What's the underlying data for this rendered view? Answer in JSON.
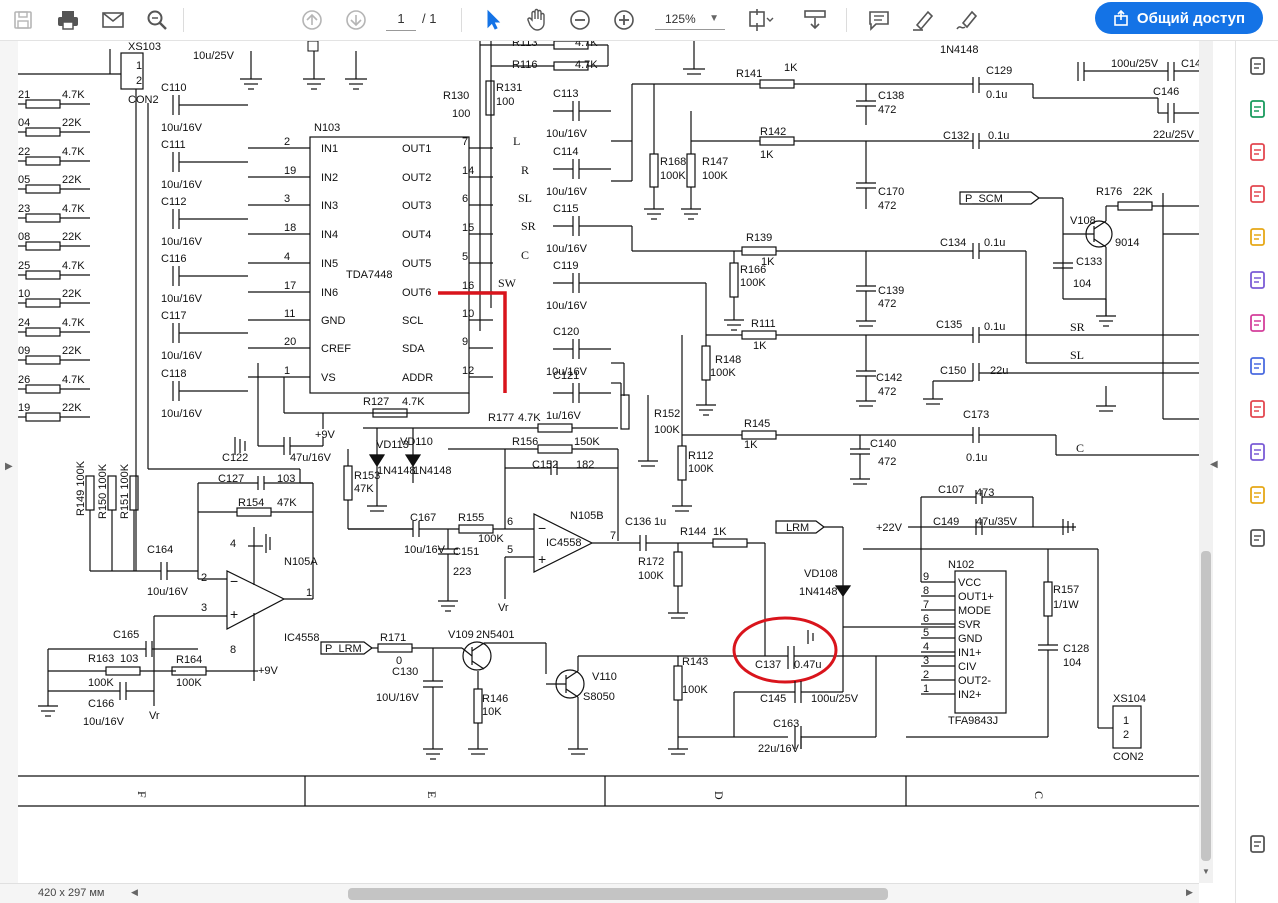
{
  "toolbar": {
    "page_current": "1",
    "page_total": "/ 1",
    "zoom": "125%",
    "share_label": "Общий доступ",
    "icons": [
      "save-icon",
      "print-icon",
      "mail-icon",
      "search-icon",
      "page-up-icon",
      "page-down-icon",
      "select-cursor-icon",
      "hand-tool-icon",
      "zoom-out-icon",
      "zoom-in-icon",
      "fit-page-icon",
      "scroll-mode-icon",
      "comment-icon",
      "highlight-pen-icon",
      "sign-icon",
      "share-icon"
    ]
  },
  "status": {
    "page_size": "420 x 297 мм"
  },
  "right_rail_icons": [
    "search-tool-icon",
    "export-pdf-icon",
    "create-pdf-icon",
    "organize-pages-icon",
    "comment-tool-icon",
    "combine-files-icon",
    "fill-sign-icon",
    "protect-icon",
    "pdf-icon",
    "edit-pen-icon",
    "send-for-comments-icon",
    "more-tools-icon",
    "expand-icon"
  ],
  "schematic": {
    "n103": {
      "ref": "N103",
      "part": "TDA7448",
      "left_pins": [
        "IN1",
        "IN2",
        "IN3",
        "IN4",
        "IN5",
        "IN6",
        "GND",
        "CREF",
        "VS"
      ],
      "left_nums": [
        "2",
        "19",
        "3",
        "18",
        "4",
        "17",
        "11",
        "20",
        "1"
      ],
      "right_pins": [
        "OUT1",
        "OUT2",
        "OUT3",
        "OUT4",
        "OUT5",
        "OUT6",
        "SCL",
        "SDA",
        "ADDR"
      ],
      "right_nums": [
        "7",
        "14",
        "6",
        "15",
        "5",
        "16",
        "10",
        "9",
        "12"
      ]
    },
    "n102": {
      "ref": "N102",
      "part": "TFA9843J",
      "pins": [
        "VCC",
        "OUT1+",
        "MODE",
        "SVR",
        "GND",
        "IN1+",
        "CIV",
        "OUT2-",
        "IN2+"
      ],
      "nums": [
        "9",
        "8",
        "7",
        "6",
        "5",
        "4",
        "3",
        "2",
        "1"
      ]
    },
    "outputs": [
      "L",
      "R",
      "SL",
      "SR",
      "C",
      "SW"
    ],
    "left_resistors": [
      "4.7K",
      "22K",
      "4.7K",
      "22K",
      "4.7K",
      "22K",
      "4.7K",
      "22K",
      "4.7K",
      "22K",
      "4.7K",
      "22K"
    ],
    "left_pins": [
      "21",
      "04",
      "22",
      "05",
      "23",
      "08",
      "25",
      "10",
      "24",
      "09",
      "26",
      "19"
    ],
    "input_caps": [
      {
        "ref": "C110",
        "val": "10u/16V"
      },
      {
        "ref": "C111",
        "val": "10u/16V"
      },
      {
        "ref": "C112",
        "val": "10u/16V"
      },
      {
        "ref": "C116",
        "val": "10u/16V"
      },
      {
        "ref": "C117",
        "val": "10u/16V"
      },
      {
        "ref": "C118",
        "val": "10u/16V"
      }
    ],
    "output_caps": [
      {
        "ref": "C113",
        "val": "10u/16V"
      },
      {
        "ref": "C114",
        "val": "10u/16V"
      },
      {
        "ref": "C115",
        "val": "10u/16V"
      },
      {
        "ref": "C119",
        "val": "10u/16V"
      },
      {
        "ref": "C120",
        "val": "10u/16V"
      },
      {
        "ref": "C121",
        "val": "1u/16V"
      }
    ],
    "labels": {
      "xs103": "XS103",
      "con2": "CON2",
      "top_cap": "10u/25V",
      "r113": "R113",
      "r113v": "4.7K",
      "r116": "R116",
      "r116v": "4.7K",
      "r130": "R130",
      "r130v": "100",
      "r131": "R131",
      "r131v": "100",
      "r141": "R141",
      "r141v": "1K",
      "c138": "C138",
      "c138v": "472",
      "c129": "C129",
      "c129v": "0.1u",
      "in4148top": "1N4148",
      "c_100u": "100u/25V",
      "c14": "C14",
      "c146": "C146",
      "c146v": "22u/25V",
      "r142": "R142",
      "r142v": "1K",
      "c132": "C132",
      "c132v": "0.1u",
      "r168": "R168",
      "r168v": "100K",
      "r147": "R147",
      "r147v": "100K",
      "c170": "C170",
      "c170v": "472",
      "pscm": "P_SCM",
      "r176": "R176",
      "r176v": "22K",
      "v108": "V108",
      "v108p": "9014",
      "c133": "C133",
      "c133v": "104",
      "r139": "R139",
      "r139v": "1K",
      "c134": "C134",
      "c134v": "0.1u",
      "r166": "R166",
      "r166v": "100K",
      "c139": "C139",
      "c139v": "472",
      "r111": "R111",
      "r111v": "1K",
      "c135": "C135",
      "c135v": "0.1u",
      "sr": "SR",
      "sl": "SL",
      "r148": "R148",
      "r148v": "100K",
      "c150": "C150",
      "c150v": "22u",
      "c142": "C142",
      "c142v": "472",
      "r152": "R152",
      "r152v": "100K",
      "r145": "R145",
      "r145v": "1K",
      "c173": "C173",
      "c173v": "0.1u",
      "c140": "C140",
      "c140v": "472",
      "c_out": "C",
      "r112": "R112",
      "r112v": "100K",
      "r127": "R127",
      "r127v": "4.7K",
      "plus9": "+9V",
      "r177": "R177",
      "r177v": "4.7K",
      "r156": "R156",
      "r156v": "150K",
      "vd113": "VD113",
      "vd110": "VD110",
      "d4148a": "1N4148",
      "d4148b": "1N4148",
      "r153": "R153",
      "r153v": "47K",
      "c152": "C152",
      "c152v": "182",
      "c122": "C122",
      "c122v": "47u/16V",
      "r149": "R149 100K",
      "r150": "R150 100K",
      "r151": "R151 100K",
      "c127": "C127",
      "c127v": "103",
      "r154": "R154",
      "r154v": "47K",
      "c167": "C167",
      "c167v": "10u/16V",
      "r155": "R155",
      "r155v": "100K",
      "c151": "C151",
      "c151v": "223",
      "n105b": "N105B",
      "ic4558b": "IC4558",
      "c136": "C136",
      "c136v": "1u",
      "r144": "R144",
      "r144v": "1K",
      "r172": "R172",
      "r172v": "100K",
      "lrm": "LRM",
      "plus22": "+22V",
      "c107": "C107",
      "c107v": "473",
      "c149": "C149",
      "c149v": "47u/35V",
      "vd108": "VD108",
      "vd108p": "1N4148",
      "r157": "R157",
      "r157v": "1/1W",
      "c128": "C128",
      "c128v": "104",
      "xs104": "XS104",
      "con2b": "CON2",
      "c164": "C164",
      "c164v": "10u/16V",
      "n105a": "N105A",
      "ic4558a": "IC4558",
      "c165": "C165",
      "r163": "R163",
      "r163v": "103",
      "r163k": "100K",
      "r164": "R164",
      "r164v": "100K",
      "c166": "C166",
      "c166v": "10u/16V",
      "vr": "Vr",
      "vr2": "Vr",
      "plus9b": "+9V",
      "plrm": "P_LRM",
      "r171": "R171",
      "r171v": "0",
      "c130": "C130",
      "c130v": "10U/16V",
      "v109": "V109",
      "v109p": "2N5401",
      "r146": "R146",
      "r146v": "10K",
      "v110": "V110",
      "v110p": "S8050",
      "r143": "R143",
      "r143v": "100K",
      "c137": "C137",
      "c137v": "0.47u",
      "c145": "C145",
      "c145v": "100u/25V",
      "c163": "C163",
      "c163v": "22u/16V",
      "pin4": "4",
      "pin8": "8",
      "pin1": "1",
      "pin2": "2",
      "pin3": "3",
      "pin6": "6",
      "pin5": "5",
      "pin7": "7"
    },
    "zones": [
      "F",
      "E",
      "D",
      "C"
    ]
  }
}
